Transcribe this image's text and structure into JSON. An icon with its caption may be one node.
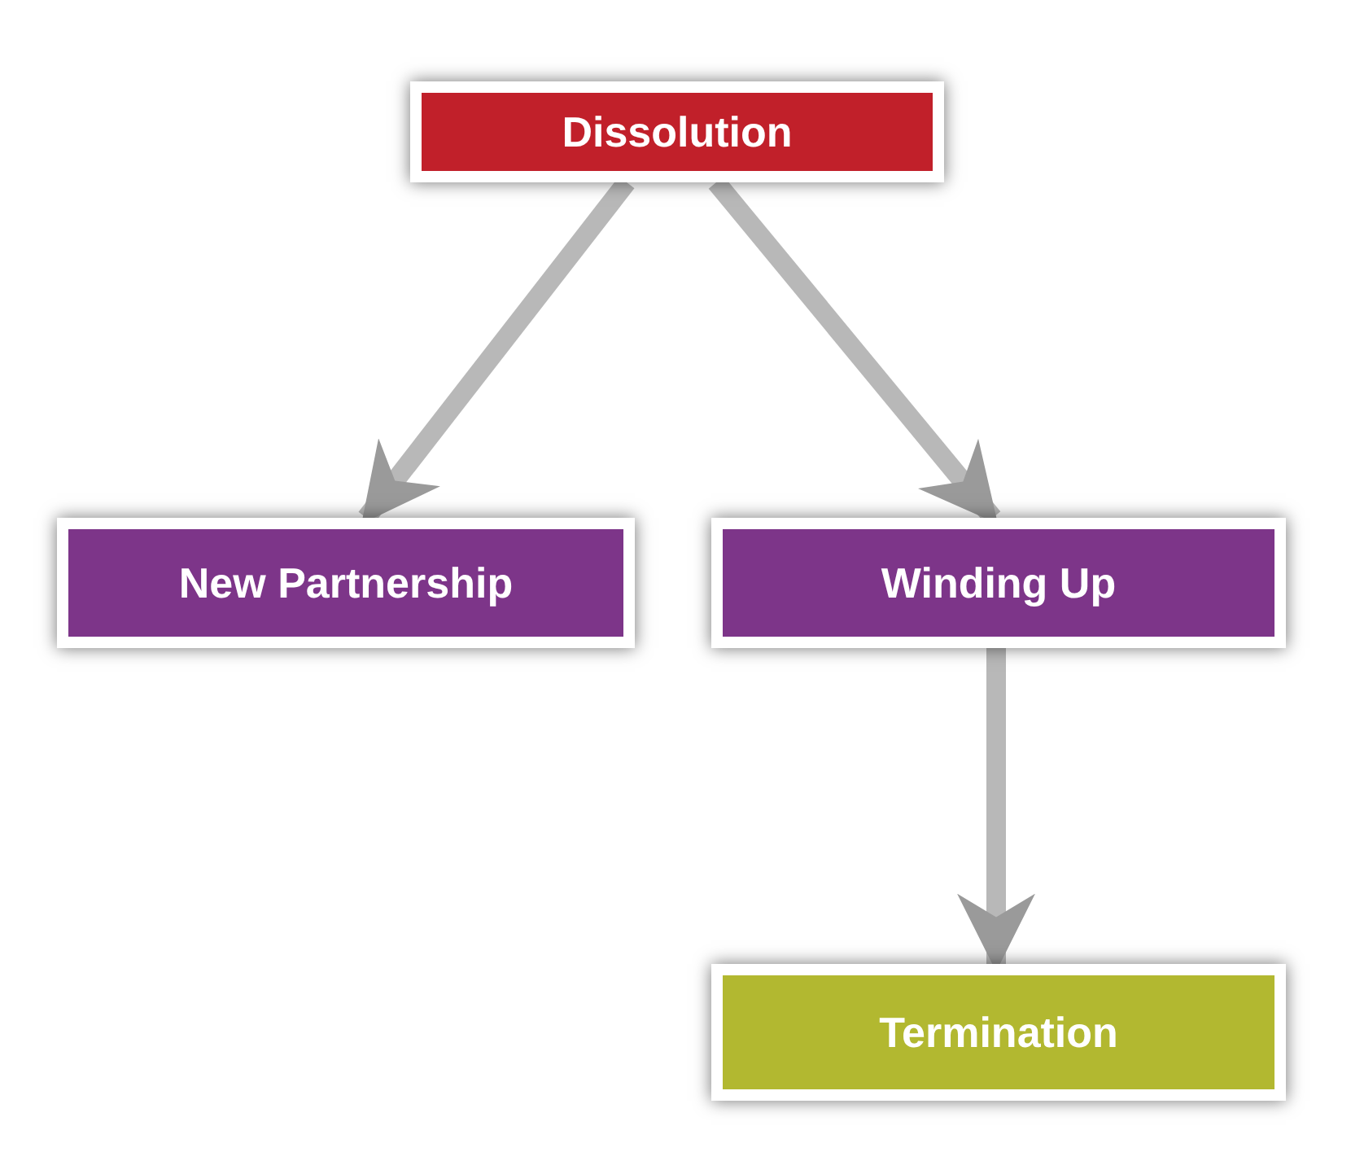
{
  "diagram": {
    "nodes": [
      {
        "text": [
          "Dissolution"
        ]
      },
      {
        "text": [
          "New Partnership"
        ]
      },
      {
        "text": [
          "Winding Up"
        ]
      },
      {
        "text": [
          "Termination"
        ]
      }
    ],
    "edges": [
      {
        "from": 0,
        "to": 1,
        "arrow": "to"
      },
      {
        "from": 0,
        "to": 2,
        "arrow": "to"
      },
      {
        "from": 2,
        "to": 3,
        "arrow": "to"
      }
    ]
  }
}
